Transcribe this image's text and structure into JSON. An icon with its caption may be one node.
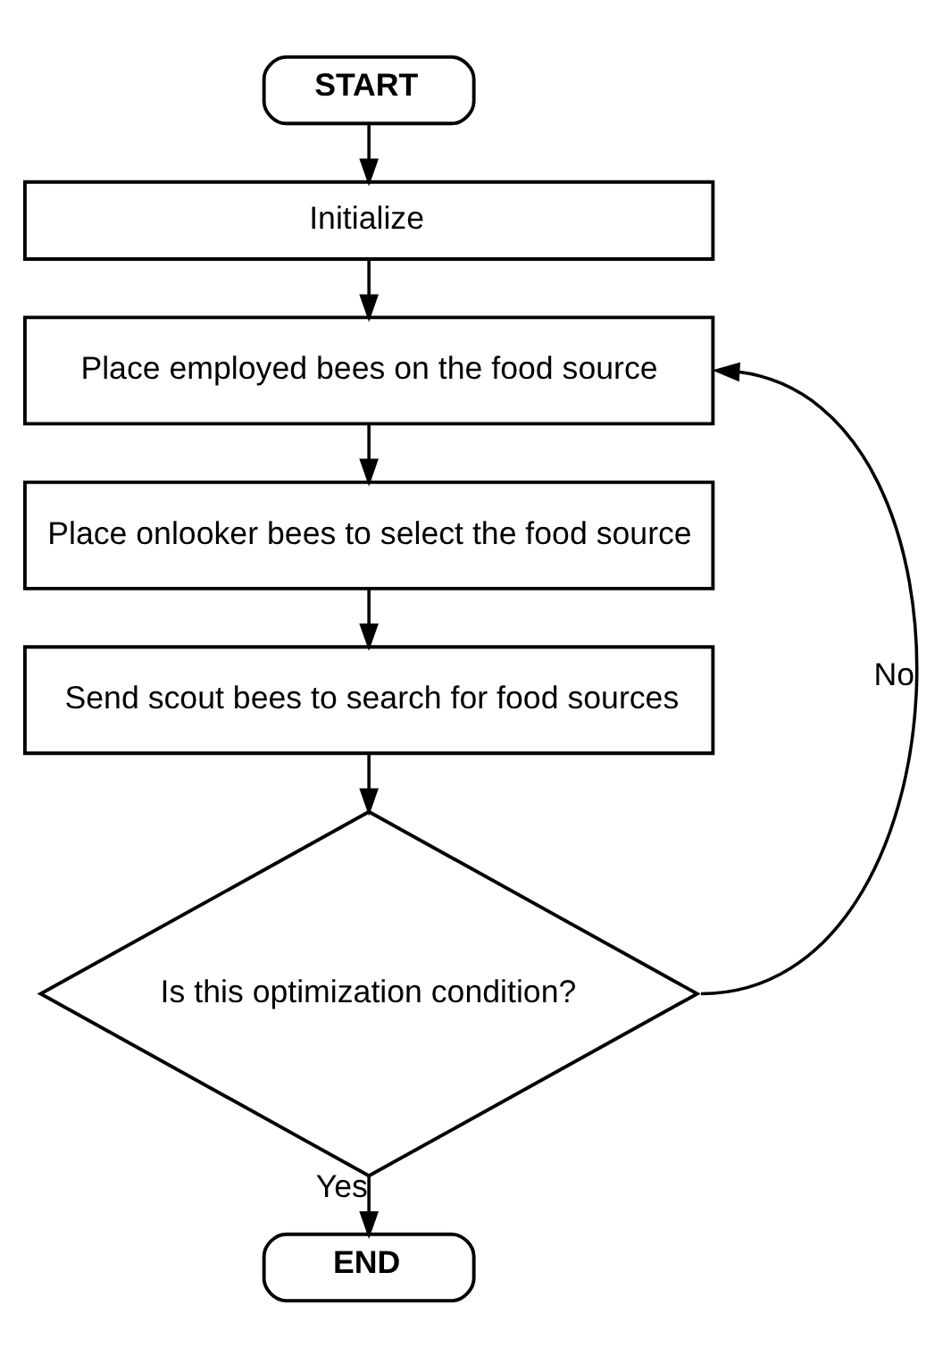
{
  "diagram": {
    "nodes": [
      {
        "text": [
          "START"
        ]
      },
      {
        "text": [
          "Initialize"
        ]
      },
      {
        "text": [
          "Place employed bees on the food source"
        ]
      },
      {
        "text": [
          "Place onlooker bees to select the food source"
        ]
      },
      {
        "text": [
          "Send scout bees to search for food sources"
        ]
      },
      {
        "text": [
          "Is this optimization condition?"
        ]
      },
      {
        "text": [
          "END"
        ]
      }
    ],
    "edges": [
      {
        "from": 0,
        "to": 1,
        "arrow": "to"
      },
      {
        "from": 1,
        "to": 2,
        "arrow": "to"
      },
      {
        "from": 2,
        "to": 3,
        "arrow": "to"
      },
      {
        "from": 3,
        "to": 4,
        "arrow": "to"
      },
      {
        "from": 4,
        "to": 5,
        "arrow": "to"
      },
      {
        "from": 5,
        "to": 6,
        "label": "Yes",
        "arrow": "to"
      },
      {
        "from": 5,
        "to": 2,
        "label": "No",
        "arrow": "to"
      }
    ]
  }
}
